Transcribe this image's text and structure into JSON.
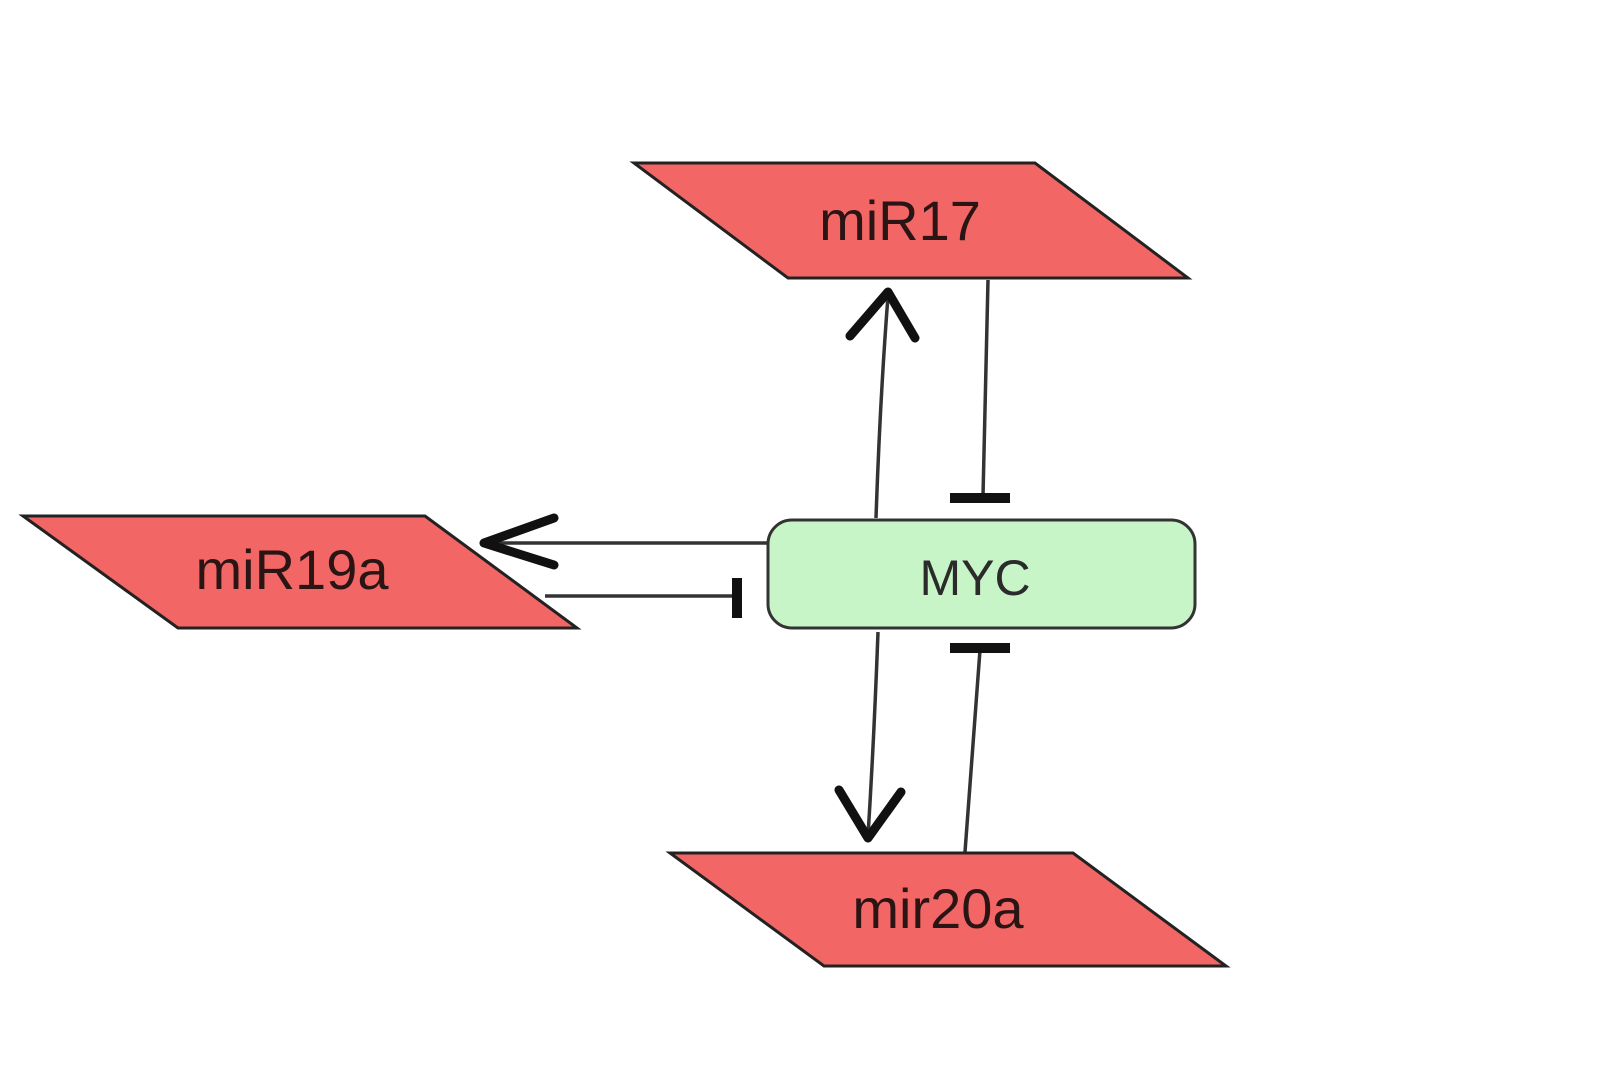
{
  "nodes": {
    "mir17": {
      "label": "miR17",
      "fill": "#f26666",
      "stroke": "#222222"
    },
    "mir19a": {
      "label": "miR19a",
      "fill": "#f26666",
      "stroke": "#222222"
    },
    "mir20a": {
      "label": "mir20a",
      "fill": "#f26666",
      "stroke": "#222222"
    },
    "myc": {
      "label": "MYC",
      "fill": "#c8f5c8",
      "stroke": "#333333"
    }
  },
  "edges": [
    {
      "from": "MYC",
      "to": "miR17",
      "type": "activation"
    },
    {
      "from": "miR17",
      "to": "MYC",
      "type": "inhibition"
    },
    {
      "from": "MYC",
      "to": "miR19a",
      "type": "activation"
    },
    {
      "from": "miR19a",
      "to": "MYC",
      "type": "inhibition"
    },
    {
      "from": "MYC",
      "to": "mir20a",
      "type": "activation"
    },
    {
      "from": "mir20a",
      "to": "MYC",
      "type": "inhibition"
    }
  ]
}
